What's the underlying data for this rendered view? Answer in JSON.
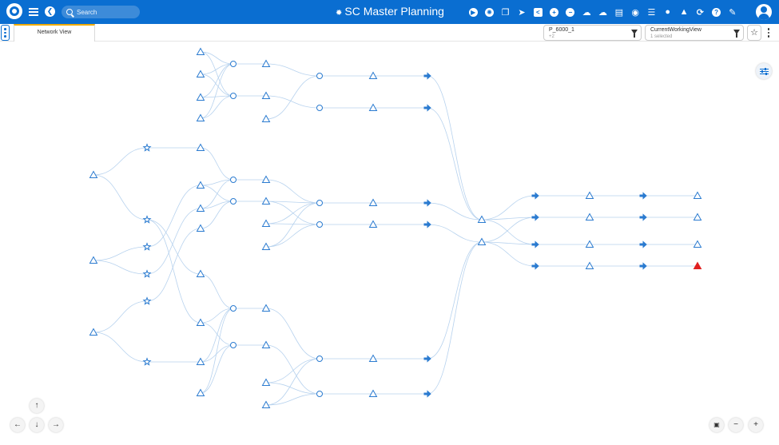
{
  "header": {
    "app_title": "SC Master Planning",
    "search_placeholder": "Search",
    "icons": [
      "play-circle-icon",
      "asterisk-icon",
      "copy-icon",
      "send-icon",
      "share-icon",
      "plus-circle-icon",
      "minus-circle-icon",
      "cloud-upload-icon",
      "cloud-download-icon",
      "pdf-icon",
      "target-icon",
      "layers-icon",
      "chat-icon",
      "bell-icon",
      "refresh-icon",
      "help-icon",
      "edit-icon"
    ]
  },
  "tabs": [
    {
      "label": "Network View"
    }
  ],
  "filters": [
    {
      "value": "P_6000_1",
      "sub": "+2"
    },
    {
      "value": "CurrentWorkingView",
      "sub": "1 selected"
    }
  ],
  "colors": {
    "brand": "#0a6ed1",
    "node": "#2b7bd0",
    "edge": "#b7d2ee",
    "alert": "#e02020",
    "tab_accent": "#f0ab00"
  }
}
